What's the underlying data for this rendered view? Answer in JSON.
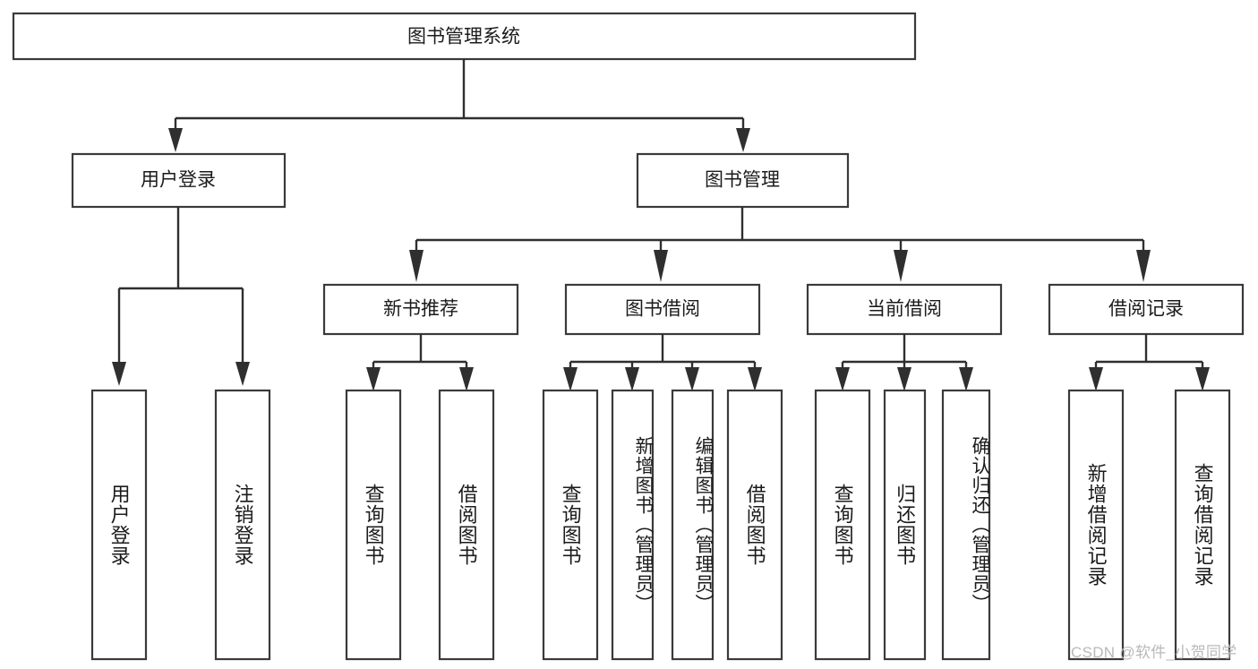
{
  "diagram": {
    "type": "tree-hierarchy",
    "title": "图书管理系统",
    "orientation": "top-down",
    "colors": {
      "box_stroke": "#3a3a3a",
      "box_fill": "#ffffff",
      "connector": "#2f2f2f",
      "text": "#1b1b1b",
      "background": "#ffffff",
      "watermark": "#b9b9b9"
    },
    "root": {
      "label": "图书管理系统"
    },
    "level1": [
      {
        "label": "用户登录"
      },
      {
        "label": "图书管理"
      }
    ],
    "level2": [
      {
        "label": "新书推荐"
      },
      {
        "label": "图书借阅"
      },
      {
        "label": "当前借阅"
      },
      {
        "label": "借阅记录"
      }
    ],
    "leaves": {
      "user_login": [
        {
          "label": "用户登录"
        },
        {
          "label": "注销登录"
        }
      ],
      "new_book_recommend": [
        {
          "label": "查询图书"
        },
        {
          "label": "借阅图书"
        }
      ],
      "book_borrow": [
        {
          "label": "查询图书"
        },
        {
          "label": "新增图书（管理员）"
        },
        {
          "label": "编辑图书（管理员）"
        },
        {
          "label": "借阅图书"
        }
      ],
      "current_borrow": [
        {
          "label": "查询图书"
        },
        {
          "label": "归还图书"
        },
        {
          "label": "确认归还（管理员）"
        }
      ],
      "borrow_record": [
        {
          "label": "新增借阅记录"
        },
        {
          "label": "查询借阅记录"
        }
      ]
    }
  },
  "watermark": {
    "text": "CSDN @软件_小贺同学"
  }
}
